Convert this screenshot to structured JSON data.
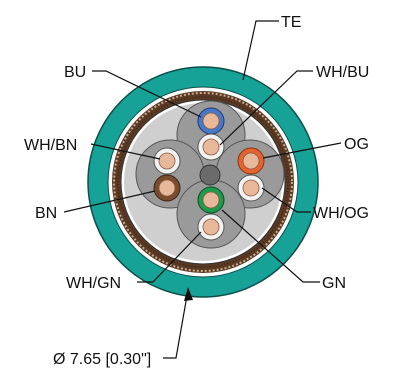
{
  "labels": {
    "te": "TE",
    "bu": "BU",
    "wh_bu": "WH/BU",
    "wh_bn": "WH/BN",
    "og": "OG",
    "bn": "BN",
    "wh_og": "WH/OG",
    "wh_gn": "WH/GN",
    "gn": "GN",
    "diameter": "Ø 7.65 [0.30\"]"
  },
  "colors": {
    "jacket": "#17a297",
    "jacket_edge": "#0c4f4a",
    "shield": "#5a3a24",
    "filler": "#d9d9d9",
    "core_insulation": "#7a7a7a",
    "blue": "#4a78c8",
    "white": "#f2f2f2",
    "orange": "#e4632e",
    "brown": "#7a4c2e",
    "green": "#1f9a4c",
    "copper": "#e8b89a"
  }
}
